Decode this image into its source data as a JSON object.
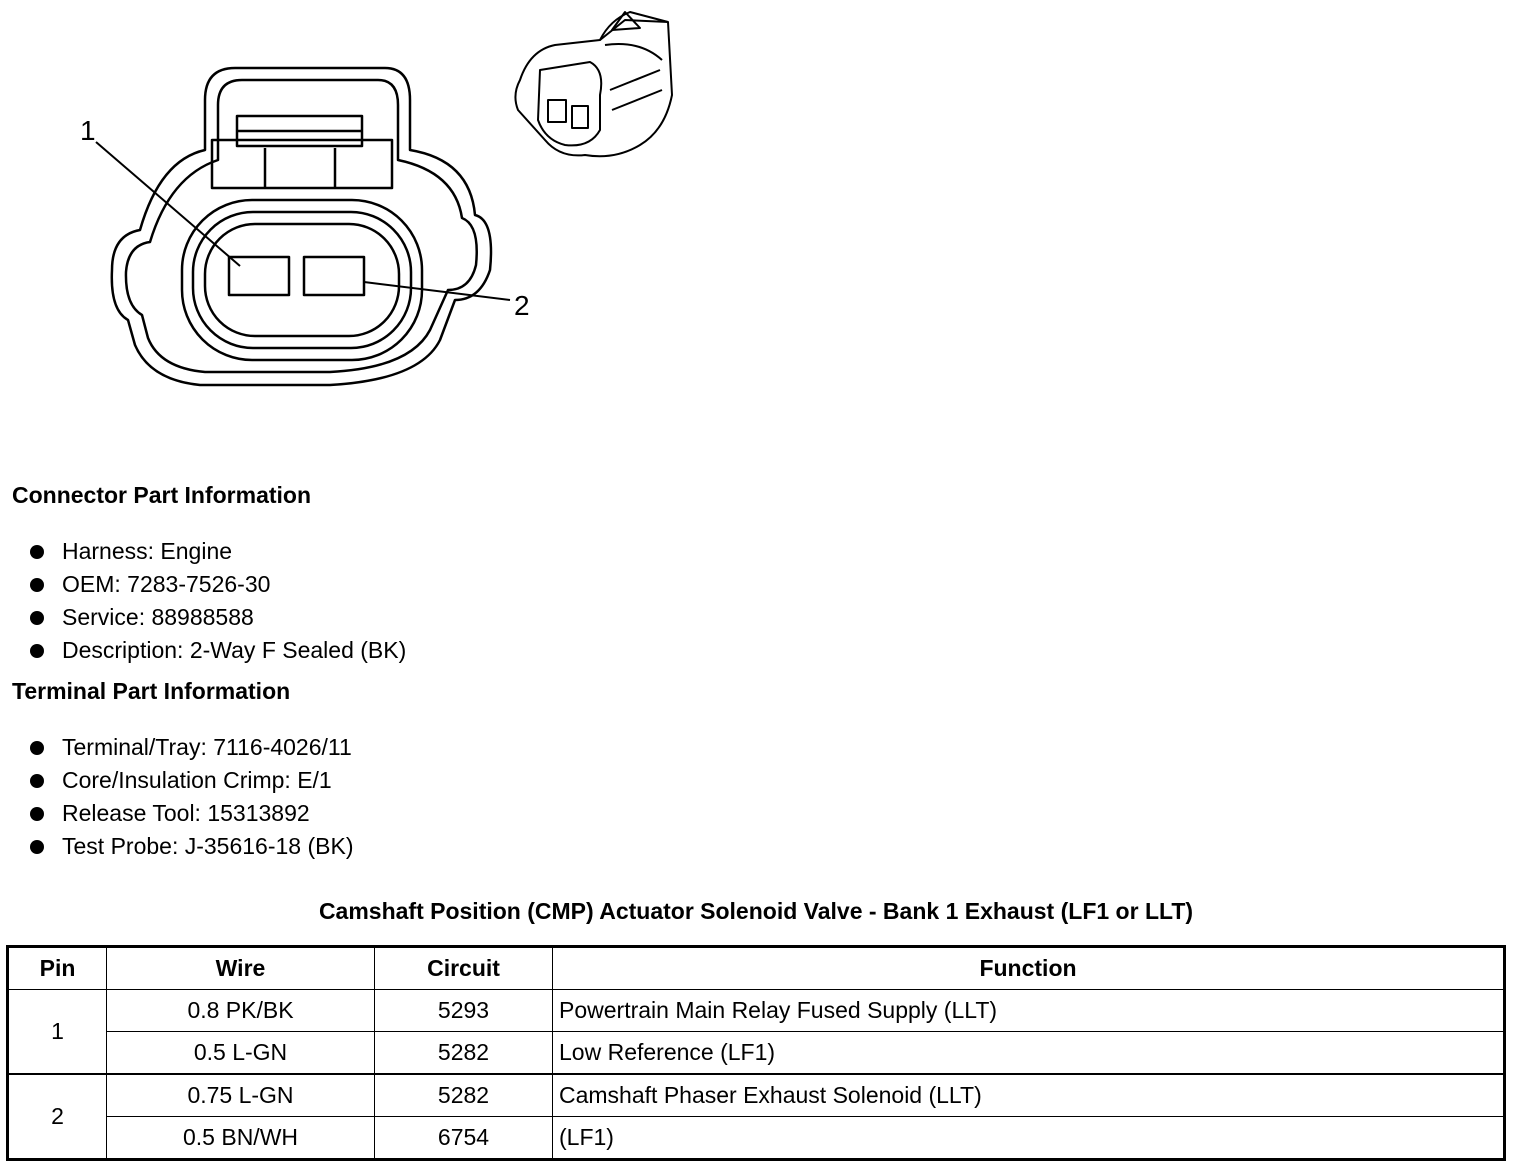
{
  "diagram": {
    "callouts": [
      "1",
      "2"
    ]
  },
  "connector": {
    "title": "Connector Part Information",
    "items": [
      "Harness: Engine",
      "OEM: 7283-7526-30",
      "Service: 88988588",
      "Description: 2-Way F Sealed (BK)"
    ]
  },
  "terminal": {
    "title": "Terminal Part Information",
    "items": [
      "Terminal/Tray: 7116-4026/11",
      "Core/Insulation Crimp: E/1",
      "Release Tool: 15313892",
      "Test Probe: J-35616-18 (BK)"
    ]
  },
  "table": {
    "title": "Camshaft Position (CMP) Actuator Solenoid Valve - Bank 1 Exhaust (LF1 or LLT)",
    "headers": [
      "Pin",
      "Wire",
      "Circuit",
      "Function"
    ],
    "rows": [
      {
        "pin": "1",
        "wire": "0.8 PK/BK",
        "circuit": "5293",
        "function": "Powertrain Main Relay Fused Supply (LLT)"
      },
      {
        "pin": "1",
        "wire": "0.5 L-GN",
        "circuit": "5282",
        "function": "Low Reference (LF1)"
      },
      {
        "pin": "2",
        "wire": "0.75 L-GN",
        "circuit": "5282",
        "function": "Camshaft Phaser Exhaust Solenoid (LLT)"
      },
      {
        "pin": "2",
        "wire": "0.5 BN/WH",
        "circuit": "6754",
        "function": "(LF1)"
      }
    ]
  }
}
